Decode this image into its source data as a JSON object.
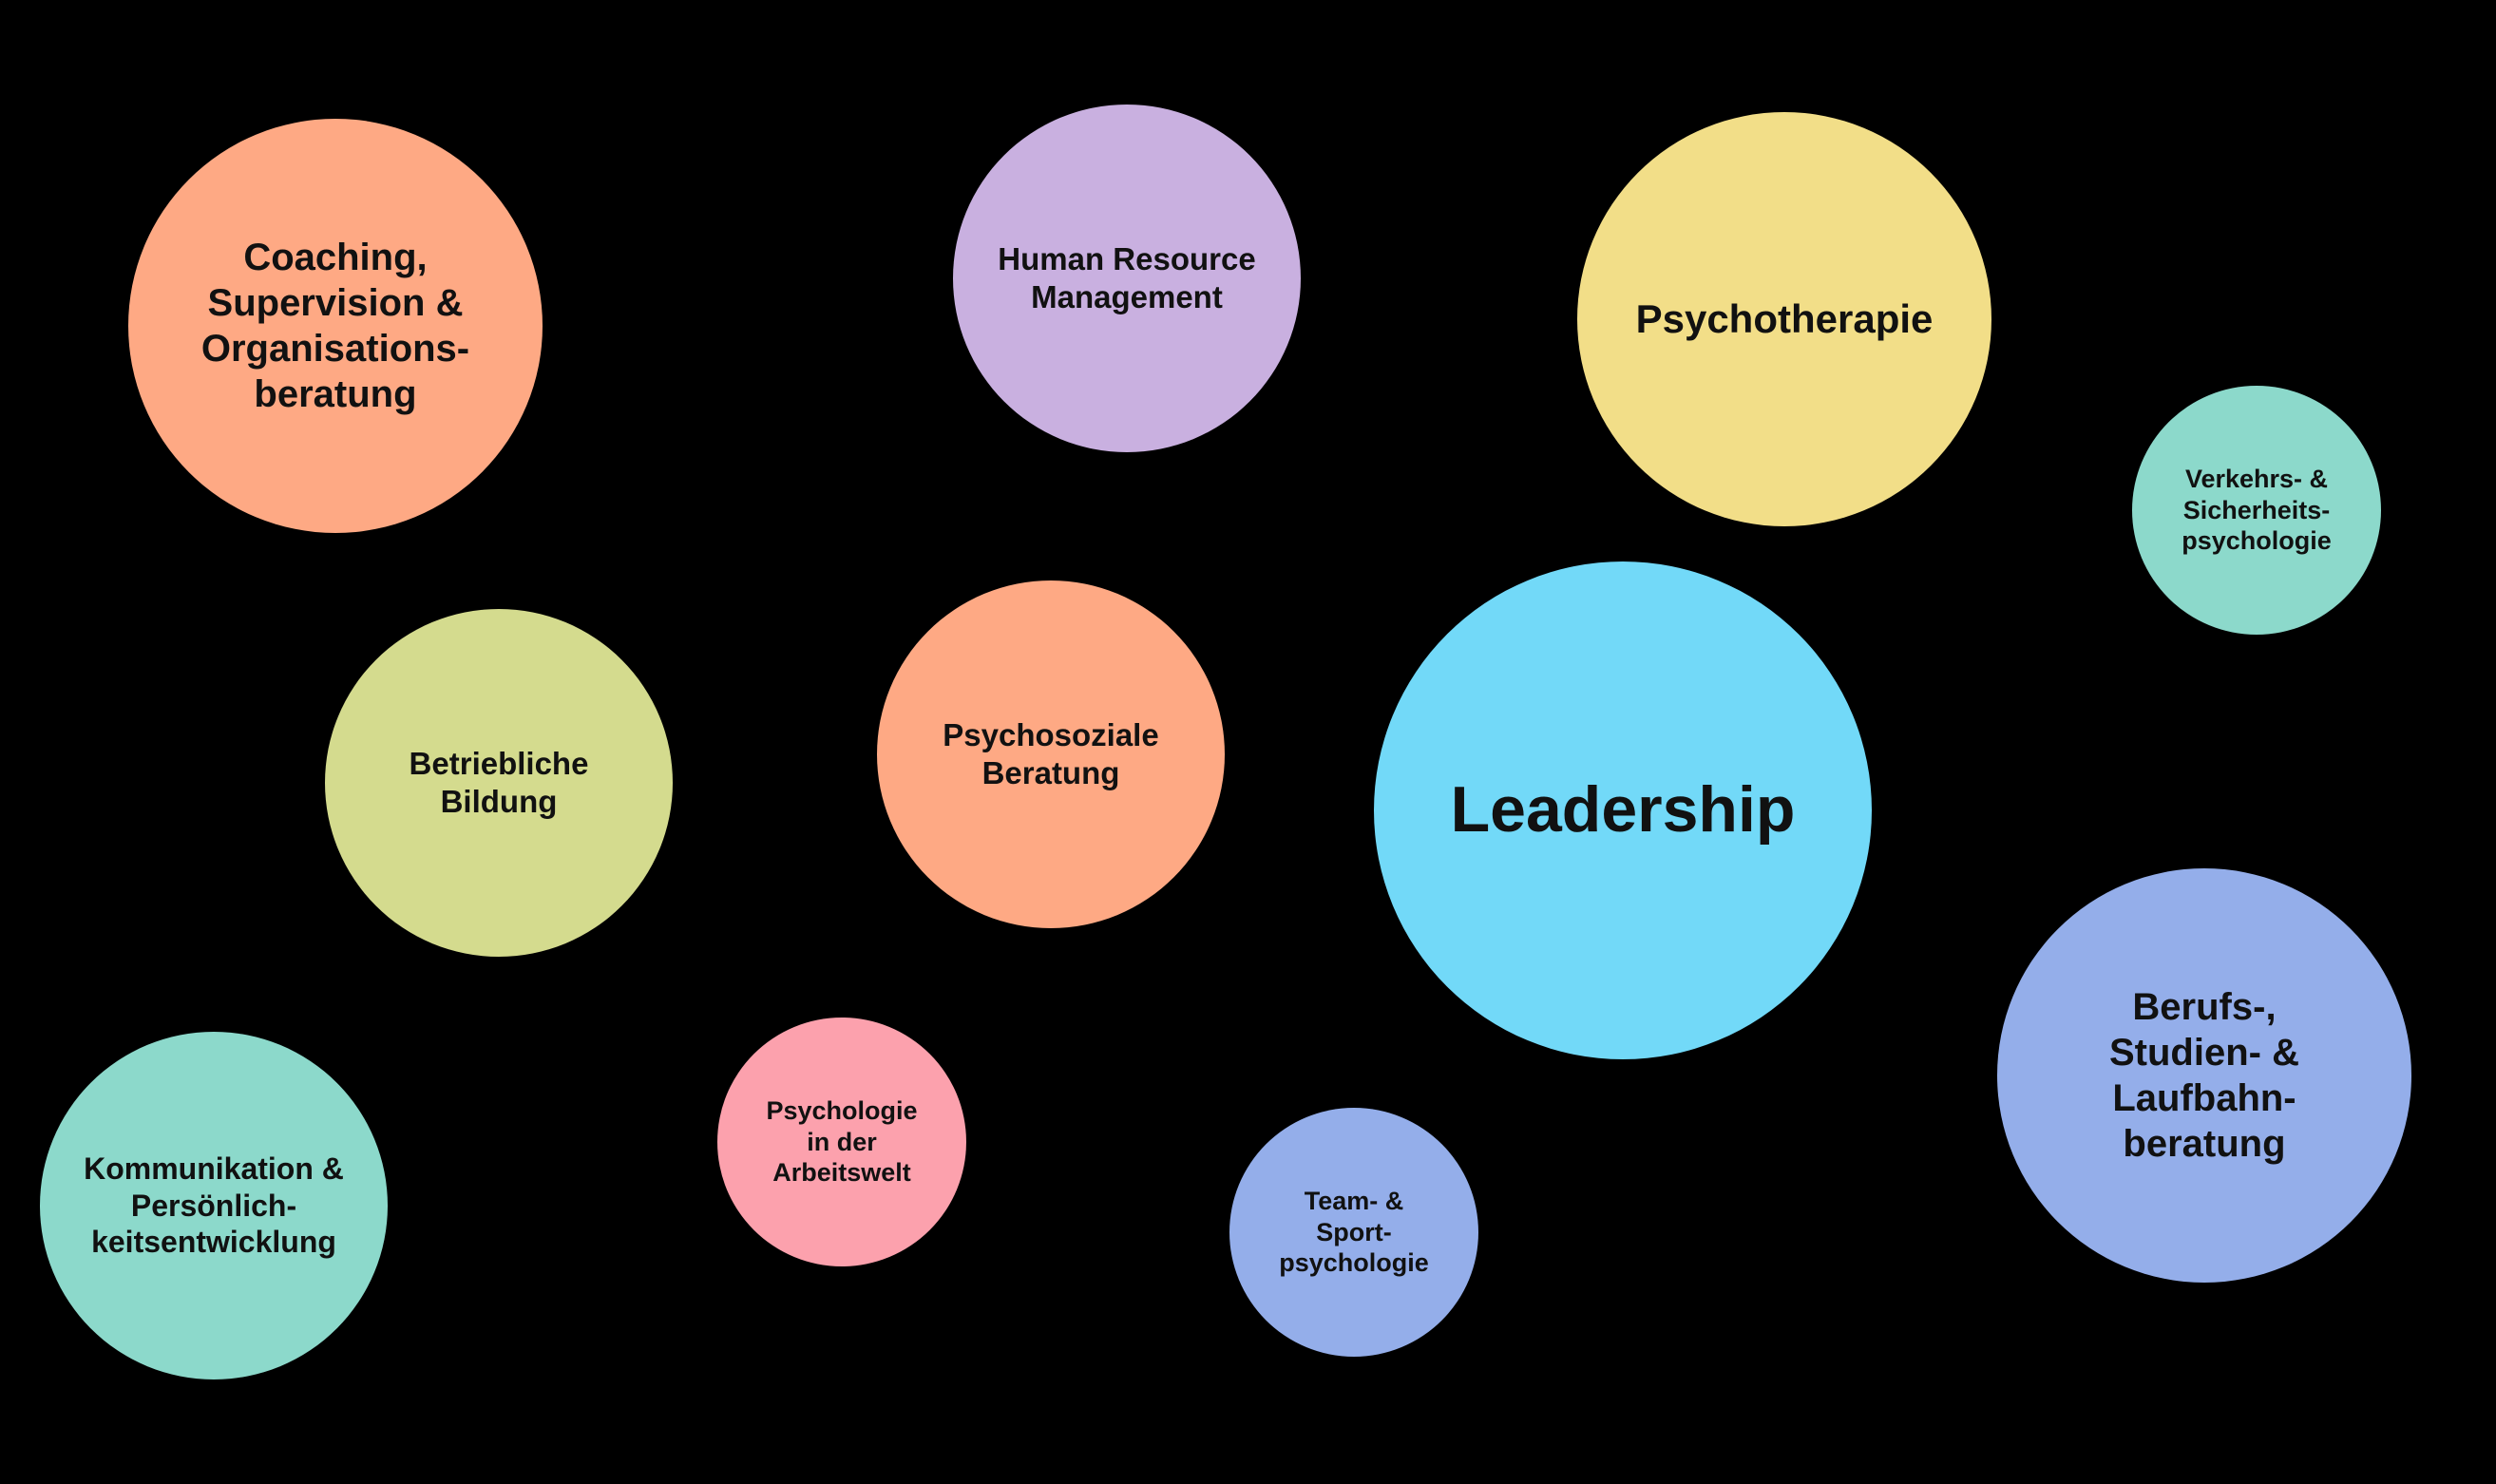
{
  "bubbles": [
    {
      "id": "coaching",
      "label": "Coaching,\nSupervision &\nOrganisations-\nberatung",
      "color": "#FEA984"
    },
    {
      "id": "hr",
      "label": "Human Resource\nManagement",
      "color": "#C9B0E0"
    },
    {
      "id": "psychotherapie",
      "label": "Psychotherapie",
      "color": "#F2DE88"
    },
    {
      "id": "verkehr",
      "label": "Verkehrs- &\nSicherheits-\npsychologie",
      "color": "#8CD9CB"
    },
    {
      "id": "betrieblich",
      "label": "Betriebliche\nBildung",
      "color": "#D4DB8E"
    },
    {
      "id": "psychosozial",
      "label": "Psychosoziale\nBeratung",
      "color": "#FEA984"
    },
    {
      "id": "leadership",
      "label": "Leadership",
      "color": "#72D9F8"
    },
    {
      "id": "berufs",
      "label": "Berufs-,\nStudien- &\nLaufbahn-\nberatung",
      "color": "#94AEEA"
    },
    {
      "id": "kommunikation",
      "label": "Kommunikation &\nPersönlich-\nkeitsentwicklung",
      "color": "#8CD9CB"
    },
    {
      "id": "arbeitswelt",
      "label": "Psychologie\nin der\nArbeitswelt",
      "color": "#FCA1AD"
    },
    {
      "id": "sport",
      "label": "Team- &\nSport-\npsychologie",
      "color": "#94AEEA"
    }
  ],
  "colors": {
    "background": "#000000",
    "text": "#111111"
  }
}
